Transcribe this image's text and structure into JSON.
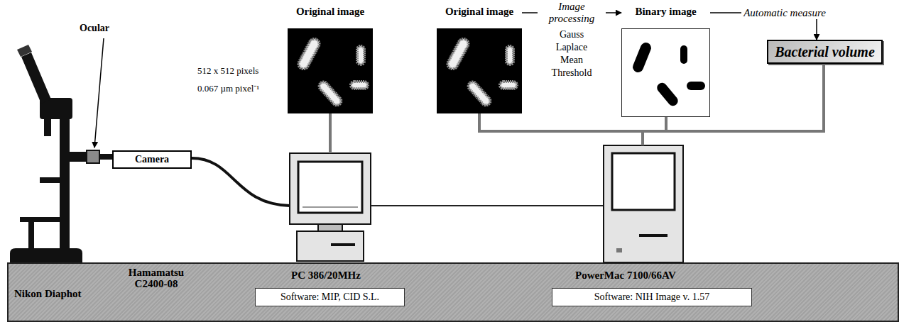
{
  "diagram": {
    "nodes": [
      {
        "text": [
          "Original image"
        ]
      },
      {
        "text": [
          "Original image"
        ]
      },
      {
        "text": [
          "Binary image"
        ]
      },
      {
        "text": [
          "Bacterial volume"
        ]
      },
      {
        "text": [
          "Camera"
        ]
      },
      {
        "text": [
          "Nikon Diaphot",
          "Hamamatsu C2400-08",
          "PC 386/20MHz",
          "PowerMac 7100/66AV"
        ]
      },
      {
        "text": [
          "Software: MIP, CID S.L."
        ],
        "in": 5
      },
      {
        "text": [
          "Software: NIH Image v. 1.57"
        ],
        "in": 5
      }
    ],
    "edges": [
      {
        "from": 1,
        "to": 2,
        "arrow": "to",
        "label": "Image processing"
      },
      {
        "from": 2,
        "to": 3,
        "arrow": "to",
        "label": "Automatic measure"
      }
    ],
    "labels": [
      "Ocular",
      "512 x 512 pixels",
      "0.067 µm pixel⁻¹",
      "Gauss",
      "Laplace",
      "Mean",
      "Threshold"
    ]
  }
}
